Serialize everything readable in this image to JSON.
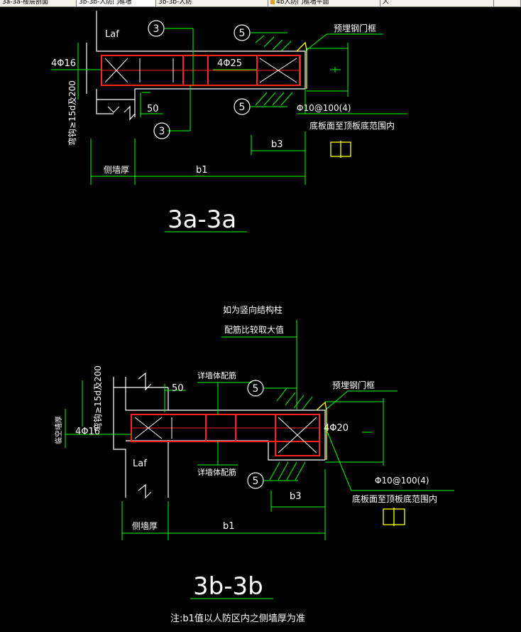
{
  "tabs": [
    {
      "label": "3a-3a-楼层剖面"
    },
    {
      "label": "3b-3b-人防门框墙"
    },
    {
      "label": "3b-3b-人防"
    },
    {
      "label": "4b人防门框墙平面"
    },
    {
      "label": "人"
    }
  ],
  "section_a": {
    "title": "3a-3a",
    "laf": "Laf",
    "bars_left": "4Φ16",
    "bars_right": "4Φ25",
    "hook": "弯钩≥15d及200",
    "dim_50": "50",
    "callout_3": "3",
    "callout_5": "5",
    "frame_note": "预埋钢门框",
    "stirrup": "Φ10@100(4)",
    "range_note": "底板面至顶板底范围内",
    "b3": "b3",
    "b1": "b1",
    "wall_thickness": "侧墙厚"
  },
  "section_b": {
    "title": "3b-3b",
    "vertical_note_1": "如为竖向结构柱",
    "vertical_note_2": "配筋比较取大值",
    "wall_rebar_top": "详墙体配筋",
    "wall_rebar_bottom": "详墙体配筋",
    "hook": "弯钩≥15d及200",
    "dim_50": "50",
    "adjacent_wall": "临空墙厚",
    "bars_left": "4Φ16",
    "bars_right": "4Φ20",
    "laf": "Laf",
    "callout_5": "5",
    "frame_note": "预埋钢门框",
    "stirrup": "Φ10@100(4)",
    "range_note": "底板面至顶板底范围内",
    "b3": "b3",
    "b1": "b1",
    "wall_thickness": "侧墙厚"
  },
  "footnote": "注:b1值以人防区内之侧墙厚为准",
  "colors": {
    "background": "#000000",
    "wall": "#ffffff",
    "rebar": "#ff2020",
    "leader": "#00ff00",
    "text": "#ffffff",
    "title": "#ffffff",
    "symbol": "#ffff00"
  }
}
